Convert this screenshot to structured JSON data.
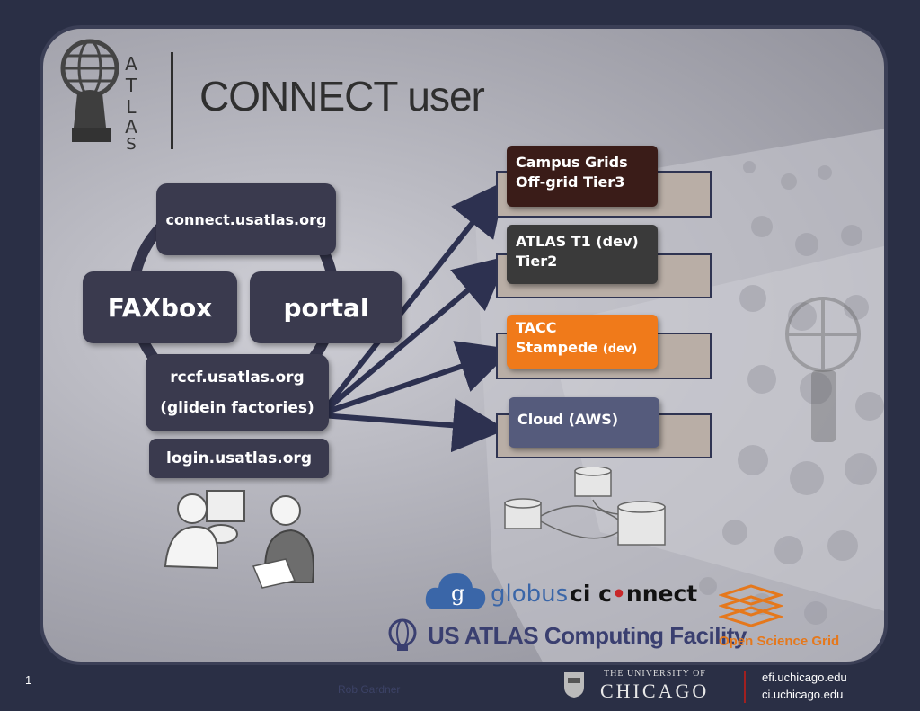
{
  "slide": {
    "title": "CONNECT user",
    "number": "1",
    "author": "Rob Gardner"
  },
  "nodes": {
    "connect": "connect.usatlas.org",
    "faxbox": "FAXbox",
    "portal": "portal",
    "rccf_line1": "rccf.usatlas.org",
    "rccf_line2": "(glidein factories)",
    "login": "login.usatlas.org"
  },
  "targets": [
    {
      "line1": "Campus Grids",
      "line2": "Off-grid Tier3",
      "color": "#3a1c18"
    },
    {
      "line1": "ATLAS T1 (dev)",
      "line2": "Tier2",
      "color": "#3a3a3a"
    },
    {
      "line1": "TACC",
      "line2": "Stampede",
      "line2_suffix": "(dev)",
      "color": "#f07a1a"
    },
    {
      "line1": "Cloud (AWS)",
      "line2": "",
      "color": "#555b7c"
    }
  ],
  "logos": {
    "atlas_letters": "ATLAS",
    "globus": "globus",
    "ciconnect_pre": "ci c",
    "ciconnect_post": "nnect",
    "usatlas": "US ATLAS Computing Facility",
    "osg": "Open Science Grid"
  },
  "footer": {
    "uc_small": "THE UNIVERSITY OF",
    "uc_big": "CHICAGO",
    "site1": "efi.uchicago.edu",
    "site2": "ci.uchicago.edu"
  }
}
